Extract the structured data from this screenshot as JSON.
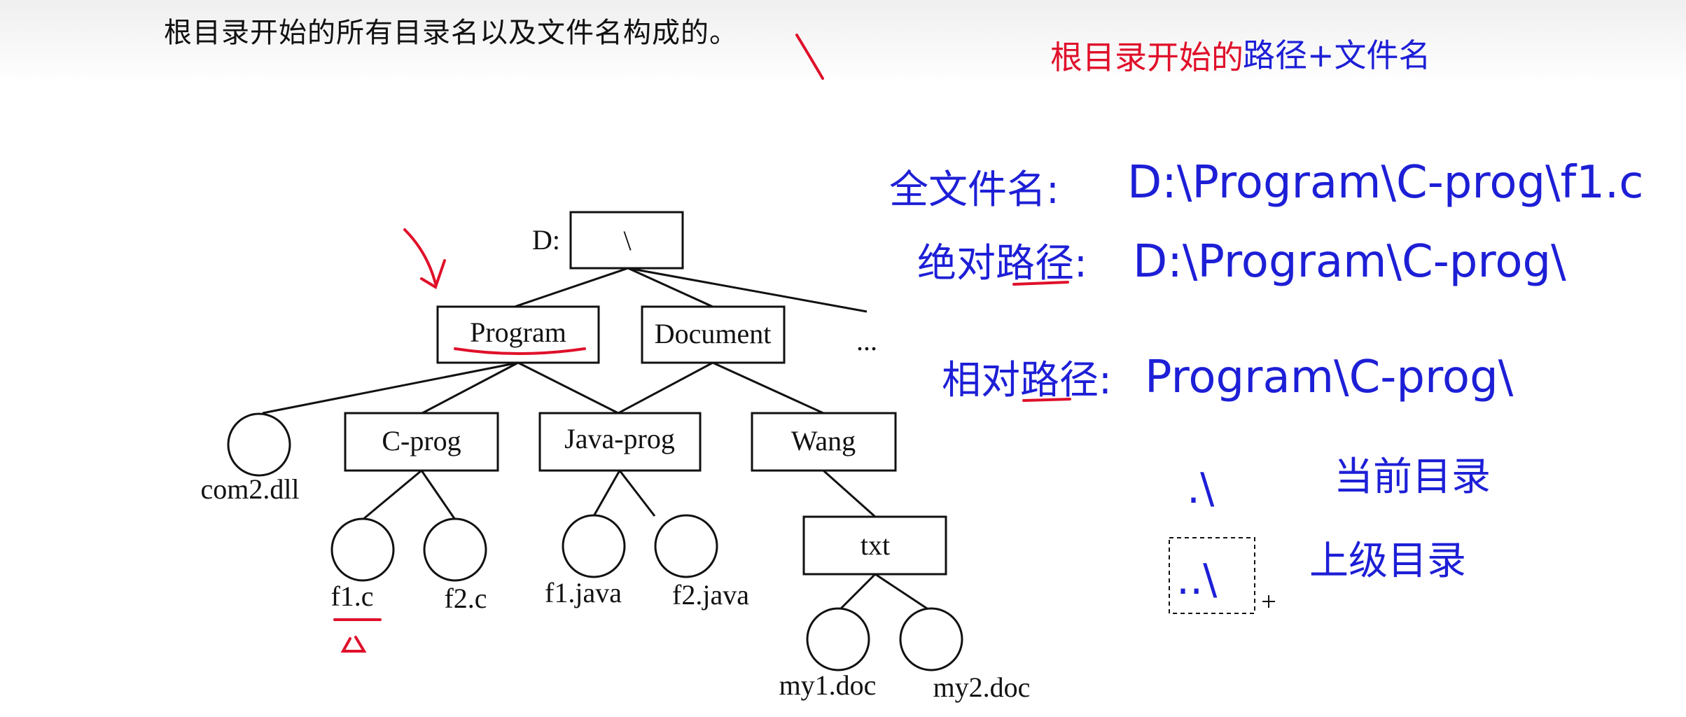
{
  "page": {
    "caption": "根目录开始的所有目录名以及文件名构成的。"
  },
  "tree": {
    "drive_prefix": "D:",
    "root": "\\",
    "level1": [
      "Program",
      "Document",
      "..."
    ],
    "dirs": [
      "C-prog",
      "Java-prog",
      "Wang",
      "txt"
    ],
    "files": [
      "com2.dll",
      "f1.c",
      "f2.c",
      "f1.java",
      "f2.java",
      "my1.doc",
      "my2.doc"
    ]
  },
  "notes": {
    "top_red": "根目录开始的",
    "top_blue": "路径+文件名",
    "full_name_label": "全文件名:",
    "full_name_value": "D:\\Program\\C-prog\\f1.c",
    "abs_path_label": "绝对路径:",
    "abs_path_value": "D:\\Program\\C-prog\\",
    "rel_path_label": "相对路径:",
    "rel_path_value": "Program\\C-prog\\",
    "current_dir_symbol": ".\\",
    "current_dir_label": "当前目录",
    "parent_dir_symbol": "..\\",
    "parent_dir_label": "上级目录"
  },
  "colors": {
    "blue_ink": "#1d1fd6",
    "red_ink": "#e0102a"
  }
}
